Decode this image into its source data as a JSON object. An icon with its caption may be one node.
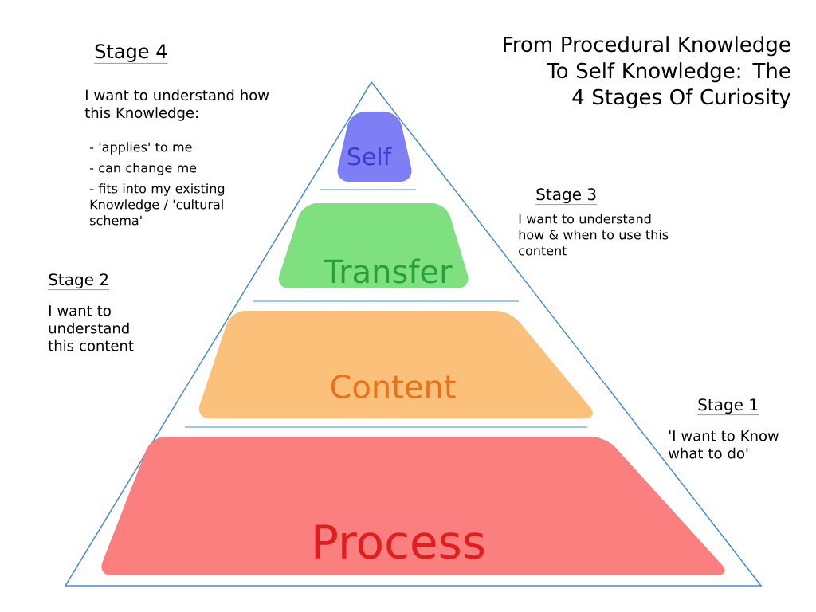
{
  "diagram": {
    "title": "From Procedural Knowledge To Self Knowledge: The 4 Stages Of Curiosity",
    "nodes": [
      {
        "text": [
          "Self"
        ]
      },
      {
        "text": [
          "Transfer"
        ]
      },
      {
        "text": [
          "Content"
        ]
      },
      {
        "text": [
          "Process"
        ]
      }
    ],
    "edges": [],
    "labels": [
      "Stage 4",
      "I want to understand how this Knowledge:",
      "- 'applies' to me",
      "- can change me",
      "- fits into my existing Knowledge / 'cultural schema'",
      "Stage 3",
      "I want to understand how & when to use this content",
      "Stage 2",
      "I want to understand this content",
      "Stage 1",
      "'I want to Know what to do'"
    ]
  }
}
